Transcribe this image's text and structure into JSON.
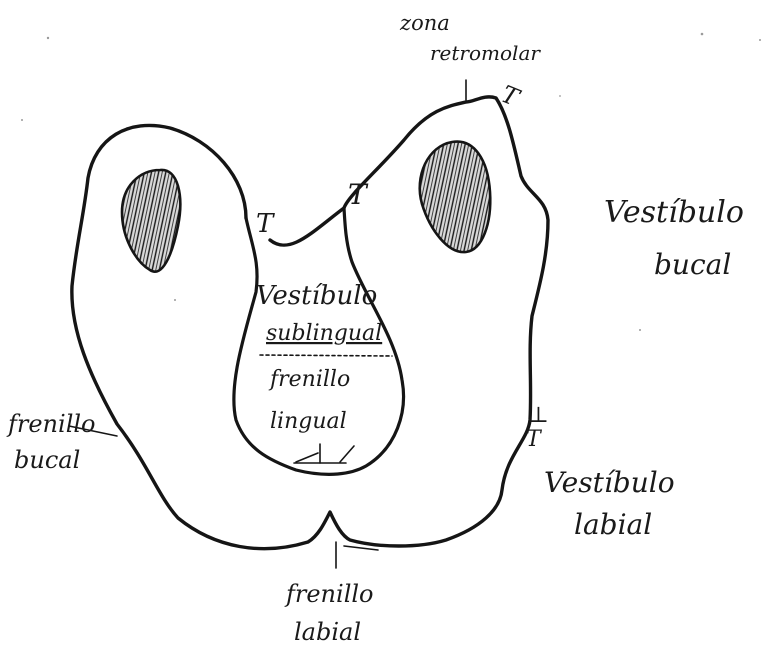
{
  "labels": {
    "zona": "zona",
    "retromolar": "retromolar",
    "vestibulo_bucal_1": "Vestíbulo",
    "vestibulo_bucal_2": "bucal",
    "vestibulo_sublingual_1": "Vestíbulo",
    "vestibulo_sublingual_2": "sublingual",
    "frenillo_lingual_1": "frenillo",
    "frenillo_lingual_2": "lingual",
    "frenillo_bucal_1": "frenillo",
    "frenillo_bucal_2": "bucal",
    "vestibulo_labial_1": "Vestíbulo",
    "vestibulo_labial_2": "labial",
    "frenillo_labial_1": "frenillo",
    "frenillo_labial_2": "labial"
  },
  "markers": {
    "t_left": "T",
    "t_inner": "T",
    "t_retromolar": "T",
    "t_right": "T",
    "t_right_top": "⊥"
  },
  "colors": {
    "ink": "#151515",
    "hatch_fill": "#d9d9d9",
    "paper": "#ffffff"
  }
}
